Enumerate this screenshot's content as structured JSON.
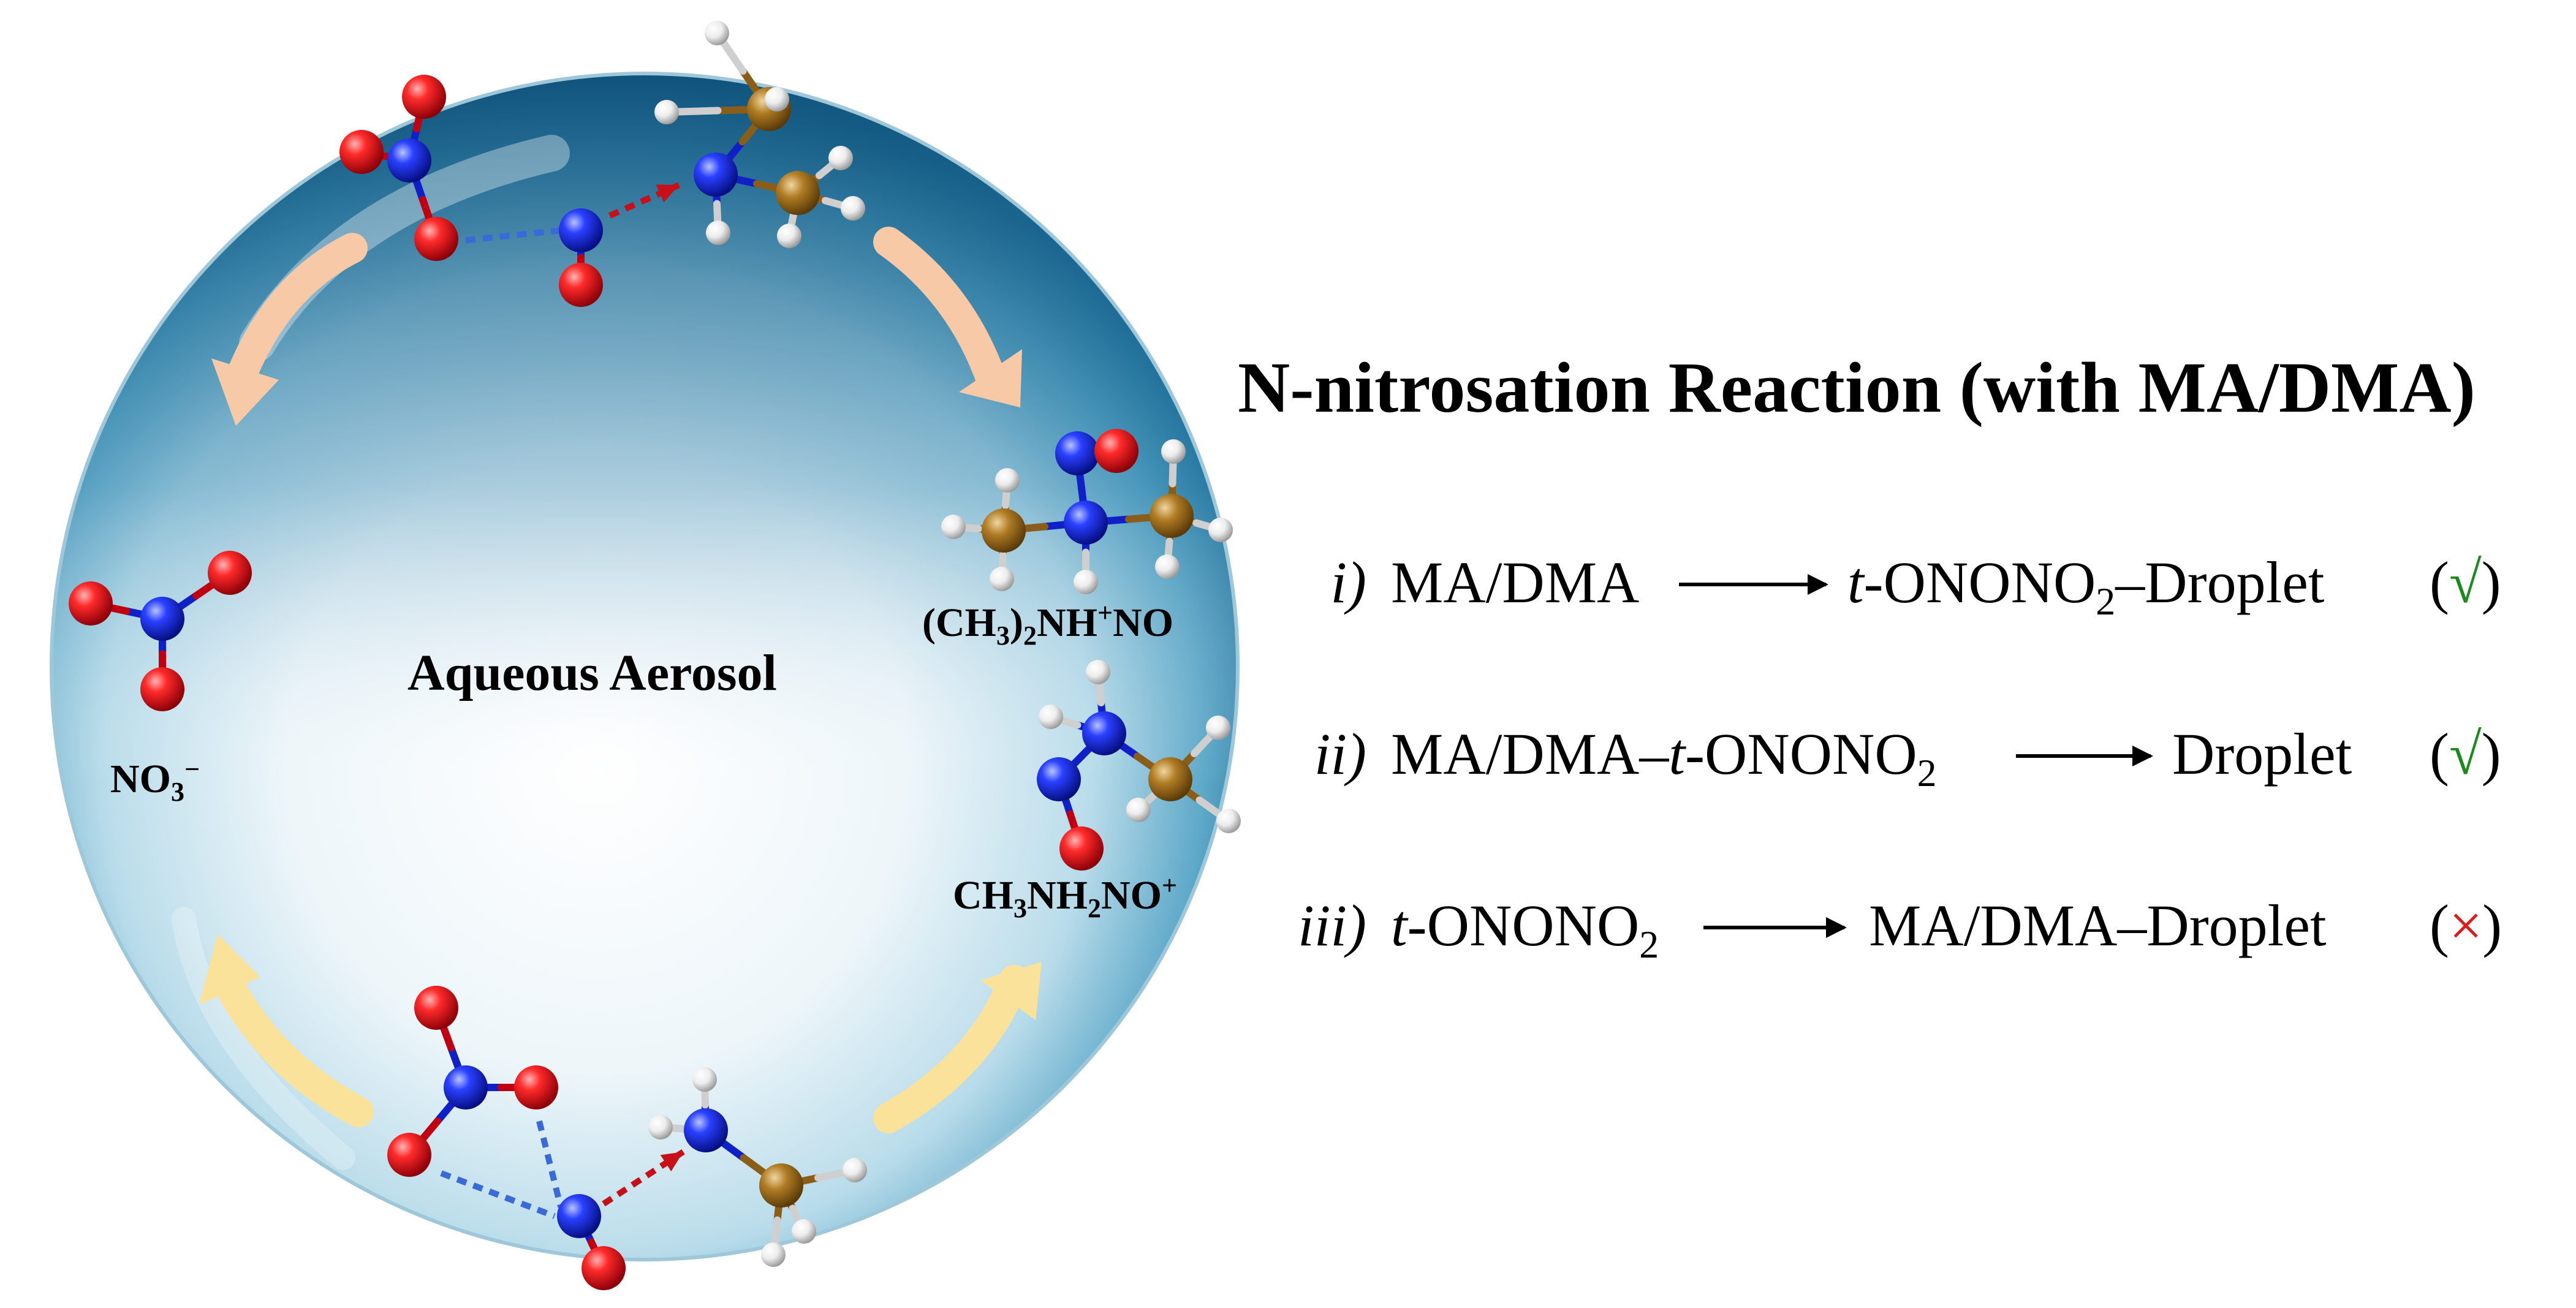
{
  "figure": {
    "title": "N-nitrosation Reaction (with MA/DMA)",
    "droplet_label": "Aqueous Aerosol",
    "species": {
      "nitrate": {
        "main": "NO",
        "sub": "3",
        "sup": "−"
      },
      "dma_no": {
        "p1": "(CH",
        "s1": "3",
        "p2": ")",
        "s2": "2",
        "p3": "NH",
        "sup": "+",
        "p4": "NO"
      },
      "ma_no": {
        "p1": "CH",
        "s1": "3",
        "p2": "NH",
        "s2": "2",
        "p3": "NO",
        "sup": "+"
      }
    },
    "reactions": [
      {
        "num": "i)",
        "left_a": "MA/DMA",
        "right_it": "t",
        "right_b": "-ONONO",
        "right_sub": "2",
        "right_c": "–Droplet",
        "open": "(",
        "mark": "√",
        "close": ")"
      },
      {
        "num": "ii)",
        "left_a": "MA/DMA–",
        "left_it": "t",
        "left_b": "-ONONO",
        "left_sub": "2",
        "right": "Droplet",
        "open": "(",
        "mark": "√",
        "close": ")"
      },
      {
        "num": "iii)",
        "left_it": "t",
        "left_b": "-ONONO",
        "left_sub": "2",
        "right": "MA/DMA–Droplet",
        "open": "(",
        "mark": "×",
        "close": ")"
      }
    ],
    "colors": {
      "oxygen": "#e0101a",
      "nitrogen": "#1428e0",
      "carbon": "#a0701e",
      "hydrogen": "#f2f2f2",
      "check": "#1a8a1a",
      "cross": "#e01818",
      "arrow_peach": "#f8c9a6",
      "arrow_yellow": "#fbe29a"
    }
  }
}
